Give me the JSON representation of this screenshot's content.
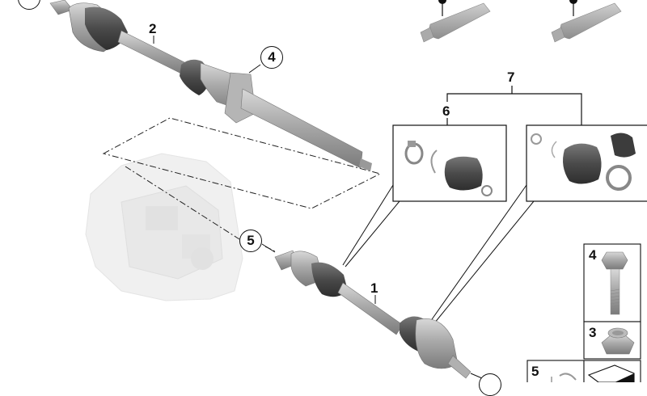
{
  "diagram": {
    "type": "parts-exploded-view",
    "subject": "Front drive shafts (output shaft) assembly",
    "callouts": [
      {
        "id": "c1",
        "text": "1",
        "style": "plain",
        "target": "left drive shaft"
      },
      {
        "id": "c2",
        "text": "2",
        "style": "plain",
        "target": "right drive shaft with intermediate shaft"
      },
      {
        "id": "c4a",
        "text": "4",
        "style": "circled",
        "target": "bearing bracket bolt on right shaft"
      },
      {
        "id": "c5a",
        "text": "5",
        "style": "circled",
        "target": "circlip at transmission end"
      },
      {
        "id": "c6",
        "text": "6",
        "style": "plain",
        "target": "repair kit, boot (inner)"
      },
      {
        "id": "c7",
        "text": "7",
        "style": "plain",
        "target": "repair kits group"
      },
      {
        "id": "c8a",
        "text": "",
        "style": "plain",
        "target": "grease tube (label cut off)"
      },
      {
        "id": "c8b",
        "text": "",
        "style": "plain",
        "target": "grease tube (label cut off)"
      },
      {
        "id": "c3a",
        "text": "",
        "style": "circled",
        "target": "collar nut (cut off, bottom)"
      },
      {
        "id": "c0",
        "text": "",
        "style": "circled",
        "target": "cut off, top-left"
      }
    ],
    "parts_table": [
      {
        "number": "4",
        "name": "hex bolt"
      },
      {
        "number": "3",
        "name": "collar nut"
      },
      {
        "number": "5",
        "name": "circlip"
      },
      {
        "number": "",
        "name": "note / instruction symbol"
      }
    ]
  },
  "labels": {
    "l1": "1",
    "l2": "2",
    "l4": "4",
    "l5": "5",
    "l6": "6",
    "l7": "7",
    "t4": "4",
    "t3": "3",
    "t5": "5"
  }
}
